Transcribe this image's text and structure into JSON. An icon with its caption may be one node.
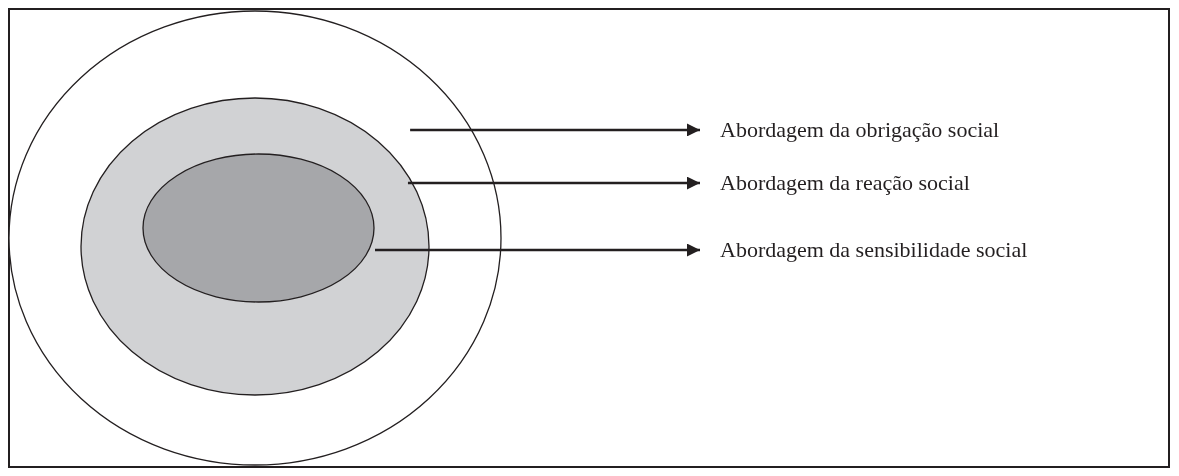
{
  "diagram": {
    "nodes": [
      {
        "text": [],
        "shape": "circle"
      },
      {
        "text": [],
        "shape": "circle",
        "in": 0
      },
      {
        "text": [],
        "shape": "circle",
        "in": 1
      },
      {
        "text": [
          "Abordagem da obrigação social"
        ]
      },
      {
        "text": [
          "Abordagem da reação social"
        ]
      },
      {
        "text": [
          "Abordagem da sensibilidade social"
        ]
      }
    ],
    "edges": [
      {
        "from": 0,
        "to": 3,
        "arrow": "to"
      },
      {
        "from": 1,
        "to": 4,
        "arrow": "to"
      },
      {
        "from": 2,
        "to": 5,
        "arrow": "to"
      }
    ]
  }
}
